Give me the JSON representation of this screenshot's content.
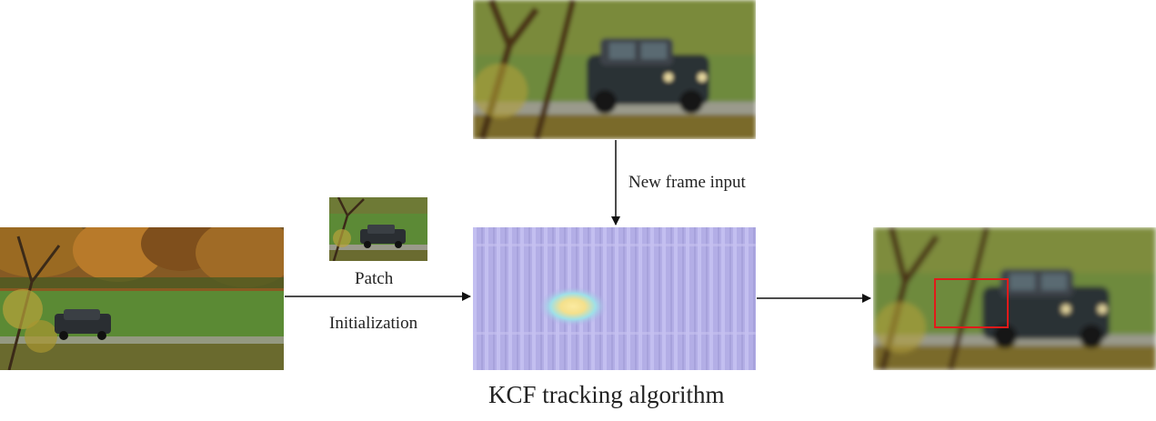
{
  "labels": {
    "new_frame_input": "New frame input",
    "patch": "Patch",
    "initialization": "Initialization",
    "algorithm": "KCF tracking algorithm"
  },
  "colors": {
    "arrow": "#111111",
    "tracking_box": "#e11a1a",
    "response_map_base": "#b3aee6",
    "response_peak": "#f7e6a0"
  },
  "images": {
    "initial_frame": "autumn-field-car-scene",
    "patch": "car-patch-thumbnail",
    "new_frame": "blurred-car-closeup",
    "response_map": "kcf-response-heatmap",
    "tracked_output": "tracked-car-output"
  }
}
